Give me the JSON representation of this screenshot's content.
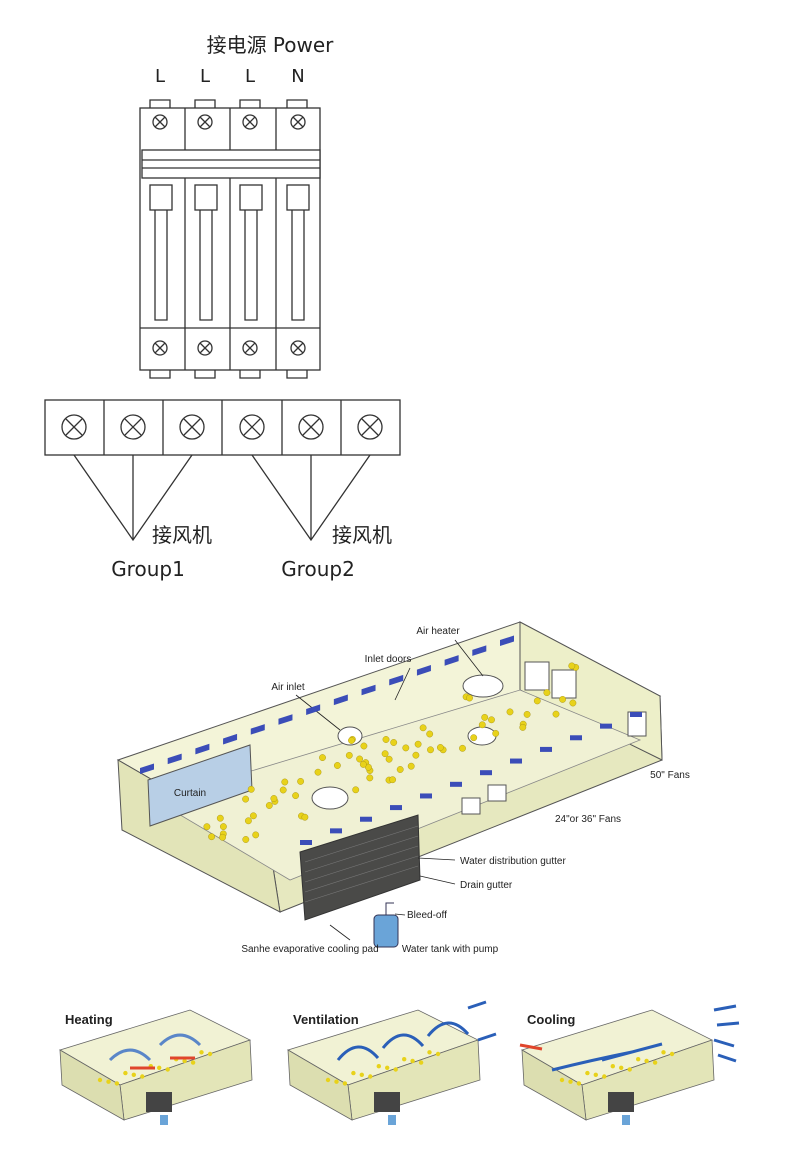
{
  "breaker": {
    "title": "接电源 Power",
    "poles": [
      "L",
      "L",
      "L",
      "N"
    ]
  },
  "terminal": {
    "group1_cn": "接风机",
    "group1_en": "Group1",
    "group2_cn": "接风机",
    "group2_en": "Group2"
  },
  "house": {
    "air_heater": "Air heater",
    "inlet_doors": "Inlet doors",
    "air_inlet": "Air inlet",
    "curtain": "Curtain",
    "fans50": "50\" Fans",
    "fans24": "24\"or 36\" Fans",
    "gutter": "Water distribution gutter",
    "drain": "Drain gutter",
    "bleed": "Bleed-off",
    "pad": "Sanhe evaporative cooling pad",
    "tank": "Water tank with pump"
  },
  "modes": [
    "Heating",
    "Ventilation",
    "Cooling"
  ],
  "colors": {
    "line": "#333333",
    "house_fill": "#eef0c8",
    "window": "#3b4db8",
    "chick": "#e8d21a",
    "heat_arrow": "#e0452c",
    "vent_arrow": "#2a5fb8",
    "tank": "#6aa4d8"
  }
}
